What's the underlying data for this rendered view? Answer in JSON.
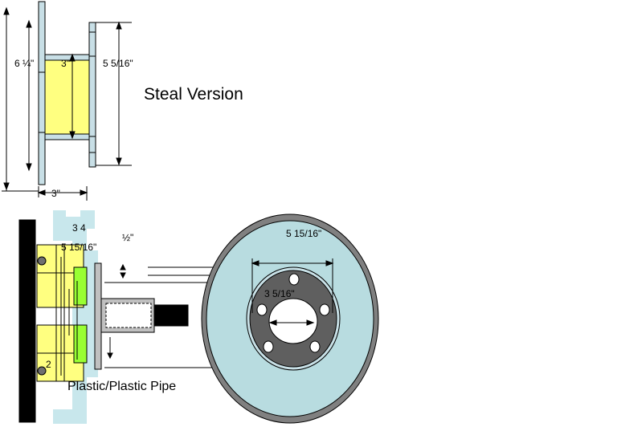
{
  "labels": {
    "dim_6_quarter": "6 ¼\"",
    "dim_3_top": "3\"",
    "dim_5_5_16": "5 5/16\"",
    "title": "Steal Version",
    "dim_3_bottom": "3\"",
    "dim_3_4": "3  4",
    "dim_half": "½\"",
    "dim_5_15_16_left": "5 15/16\"",
    "dim_5_15_16_right": "5 15/16\"",
    "dim_3_5_16": "3 5/16\"",
    "dim_2": "2",
    "caption": "Plastic/Plastic Pipe"
  },
  "colors": {
    "steel_plate": "#c8dfe6",
    "yellow_fill": "#ffff80",
    "green_fill": "#99ff33",
    "black_wall": "#000000",
    "disc_outer": "#808080",
    "disc_face": "#b8dce0",
    "hub": "#5f5f5f",
    "gray_pipe": "#c0c0c0"
  }
}
